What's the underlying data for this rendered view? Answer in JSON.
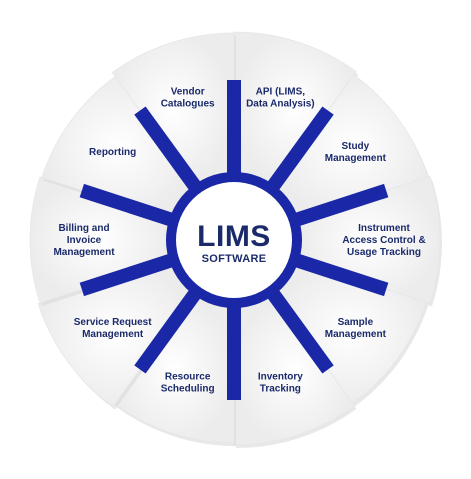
{
  "center": {
    "title": "LIMS",
    "subtitle": "SOFTWARE"
  },
  "segments": [
    {
      "lines": [
        "API (LIMS,",
        "Data Analysis)"
      ]
    },
    {
      "lines": [
        "Study",
        "Management"
      ]
    },
    {
      "lines": [
        "Instrument",
        "Access Control &",
        "Usage Tracking"
      ]
    },
    {
      "lines": [
        "Sample",
        "Management"
      ]
    },
    {
      "lines": [
        "Inventory",
        "Tracking"
      ]
    },
    {
      "lines": [
        "Resource",
        "Scheduling"
      ]
    },
    {
      "lines": [
        "Service Request",
        "Management"
      ]
    },
    {
      "lines": [
        "Billing and",
        "Invoice",
        "Management"
      ]
    },
    {
      "lines": [
        "Reporting"
      ]
    },
    {
      "lines": [
        "Vendor",
        "Catalogues"
      ]
    }
  ],
  "colors": {
    "accent": "#1a27a6",
    "text": "#1b2a6b",
    "segment": "#f3f3f3",
    "shadow": "#d9d9d9"
  }
}
